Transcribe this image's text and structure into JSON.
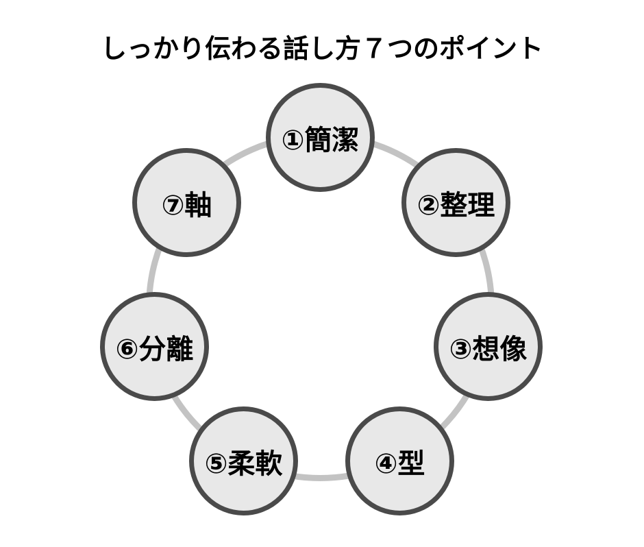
{
  "title": "しっかり伝わる話し方７つのポイント",
  "diagram": {
    "type": "cycle",
    "items": [
      {
        "id": 1,
        "number": "①",
        "keyword": "簡潔",
        "label": "①簡潔",
        "position": "top"
      },
      {
        "id": 2,
        "number": "②",
        "keyword": "整理",
        "label": "②整理",
        "position": "upper-right"
      },
      {
        "id": 3,
        "number": "③",
        "keyword": "想像",
        "label": "③想像",
        "position": "right"
      },
      {
        "id": 4,
        "number": "④",
        "keyword": "型",
        "label": "④型",
        "position": "lower-right"
      },
      {
        "id": 5,
        "number": "⑤",
        "keyword": "柔軟",
        "label": "⑤柔軟",
        "position": "lower-left"
      },
      {
        "id": 6,
        "number": "⑥",
        "keyword": "分離",
        "label": "⑥分離",
        "position": "left"
      },
      {
        "id": 7,
        "number": "⑦",
        "keyword": "軸",
        "label": "⑦軸",
        "position": "upper-left"
      }
    ],
    "colors": {
      "background": "#ffffff",
      "node_fill": "#e8e8e8",
      "node_border": "#4a4a4a",
      "ring": "#c3c3c3",
      "text": "#000000"
    }
  }
}
